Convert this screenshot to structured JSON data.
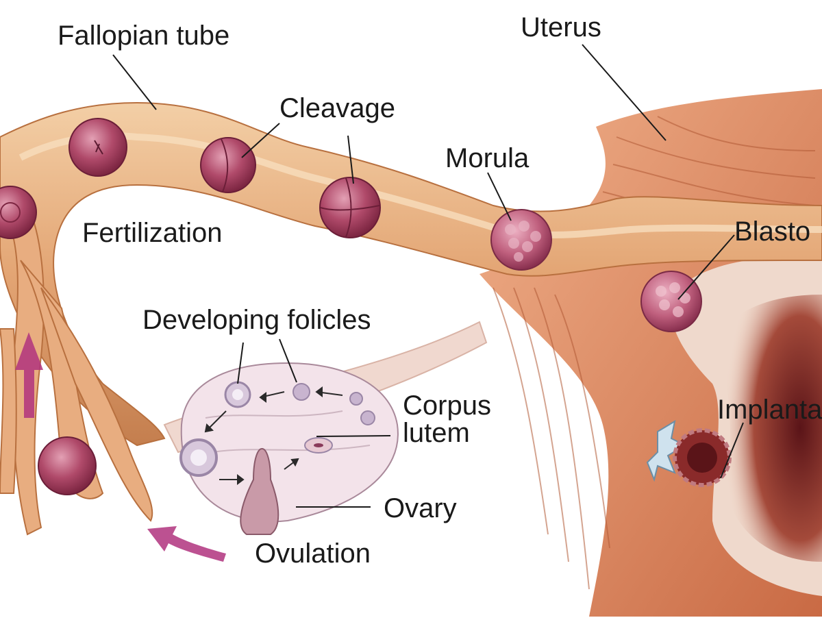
{
  "labels": {
    "fallopian_tube": "Fallopian tube",
    "uterus": "Uterus",
    "cleavage": "Cleavage",
    "morula": "Morula",
    "blastocyst": "Blasto",
    "fertilization": "Fertilization",
    "developing_follicles": "Developing folicles",
    "corpus_luteum_line1": "Corpus",
    "corpus_luteum_line2": "lutem",
    "implantation": "Implanta",
    "ovary": "Ovary",
    "ovulation": "Ovulation"
  },
  "colors": {
    "tube": "#e2a574",
    "tube_light": "#f1c79c",
    "tube_dark": "#b8703f",
    "muscle": "#d9835a",
    "egg": "#a8415e",
    "egg_light": "#d98aa0",
    "ovary": "#efe0e6",
    "arrow": "#b0327e",
    "line": "#1a1a1a"
  }
}
